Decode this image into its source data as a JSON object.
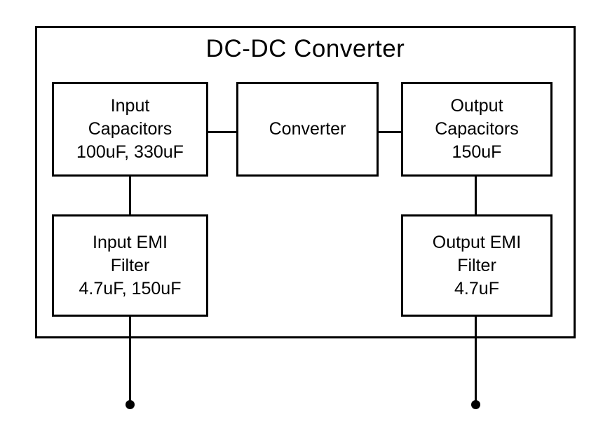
{
  "diagram": {
    "title": "DC-DC Converter",
    "colors": {
      "stroke": "#000000",
      "text": "#000000",
      "background": "#ffffff"
    },
    "nodes": {
      "input_capacitors": {
        "lines": [
          "Input",
          "Capacitors",
          "100uF, 330uF"
        ]
      },
      "converter": {
        "lines": [
          "Converter"
        ]
      },
      "output_capacitors": {
        "lines": [
          "Output",
          "Capacitors",
          "150uF"
        ]
      },
      "input_emi_filter": {
        "lines": [
          "Input EMI",
          "Filter",
          "4.7uF, 150uF"
        ]
      },
      "output_emi_filter": {
        "lines": [
          "Output EMI",
          "Filter",
          "4.7uF"
        ]
      }
    },
    "connections": [
      "input_capacitors — converter",
      "converter — output_capacitors",
      "input_capacitors — input_emi_filter",
      "output_capacitors — output_emi_filter",
      "input_emi_filter — bottom-left terminal dot",
      "output_emi_filter — bottom-right terminal dot"
    ]
  }
}
